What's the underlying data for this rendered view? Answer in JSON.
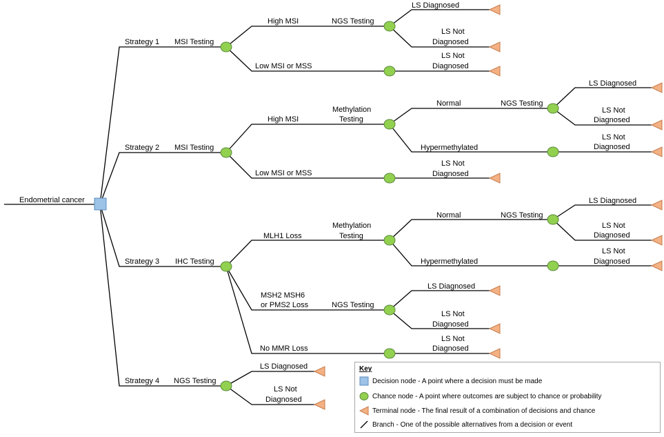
{
  "root": {
    "label": "Endometrial cancer"
  },
  "strategies": {
    "s1": {
      "label": "Strategy 1",
      "test": "MSI Testing"
    },
    "s2": {
      "label": "Strategy 2",
      "test": "MSI Testing"
    },
    "s3": {
      "label": "Strategy 3",
      "test": "IHC Testing"
    },
    "s4": {
      "label": "Strategy 4",
      "test": "NGS Testing"
    }
  },
  "branches": {
    "high_msi": "High MSI",
    "low_msi": "Low MSI or MSS",
    "mlh1_loss": "MLH1 Loss",
    "msh2_l1": "MSH2 MSH6",
    "msh2_l2": "or PMS2 Loss",
    "no_mmr": "No MMR Loss",
    "normal": "Normal",
    "hypermethylated": "Hypermethylated"
  },
  "tests": {
    "ngs": "NGS Testing",
    "methylation_l1": "Methylation",
    "methylation_l2": "Testing"
  },
  "outcomes": {
    "ls_diagnosed": "LS Diagnosed",
    "ls_not_l1": "LS Not",
    "ls_not_l2": "Diagnosed"
  },
  "key": {
    "title": "Key",
    "decision": "Decision node - A point where a decision must be made",
    "chance": "Chance node - A point where outcomes are subject to chance or probability",
    "terminal": "Terminal node - The final result of a combination of decisions and chance",
    "branch": "Branch - One of the possible alternatives from a decision or event"
  },
  "colors": {
    "decision_node": "#9dc3e6",
    "chance_node": "#92d050",
    "terminal_node": "#f4b183",
    "line": "#000000"
  }
}
